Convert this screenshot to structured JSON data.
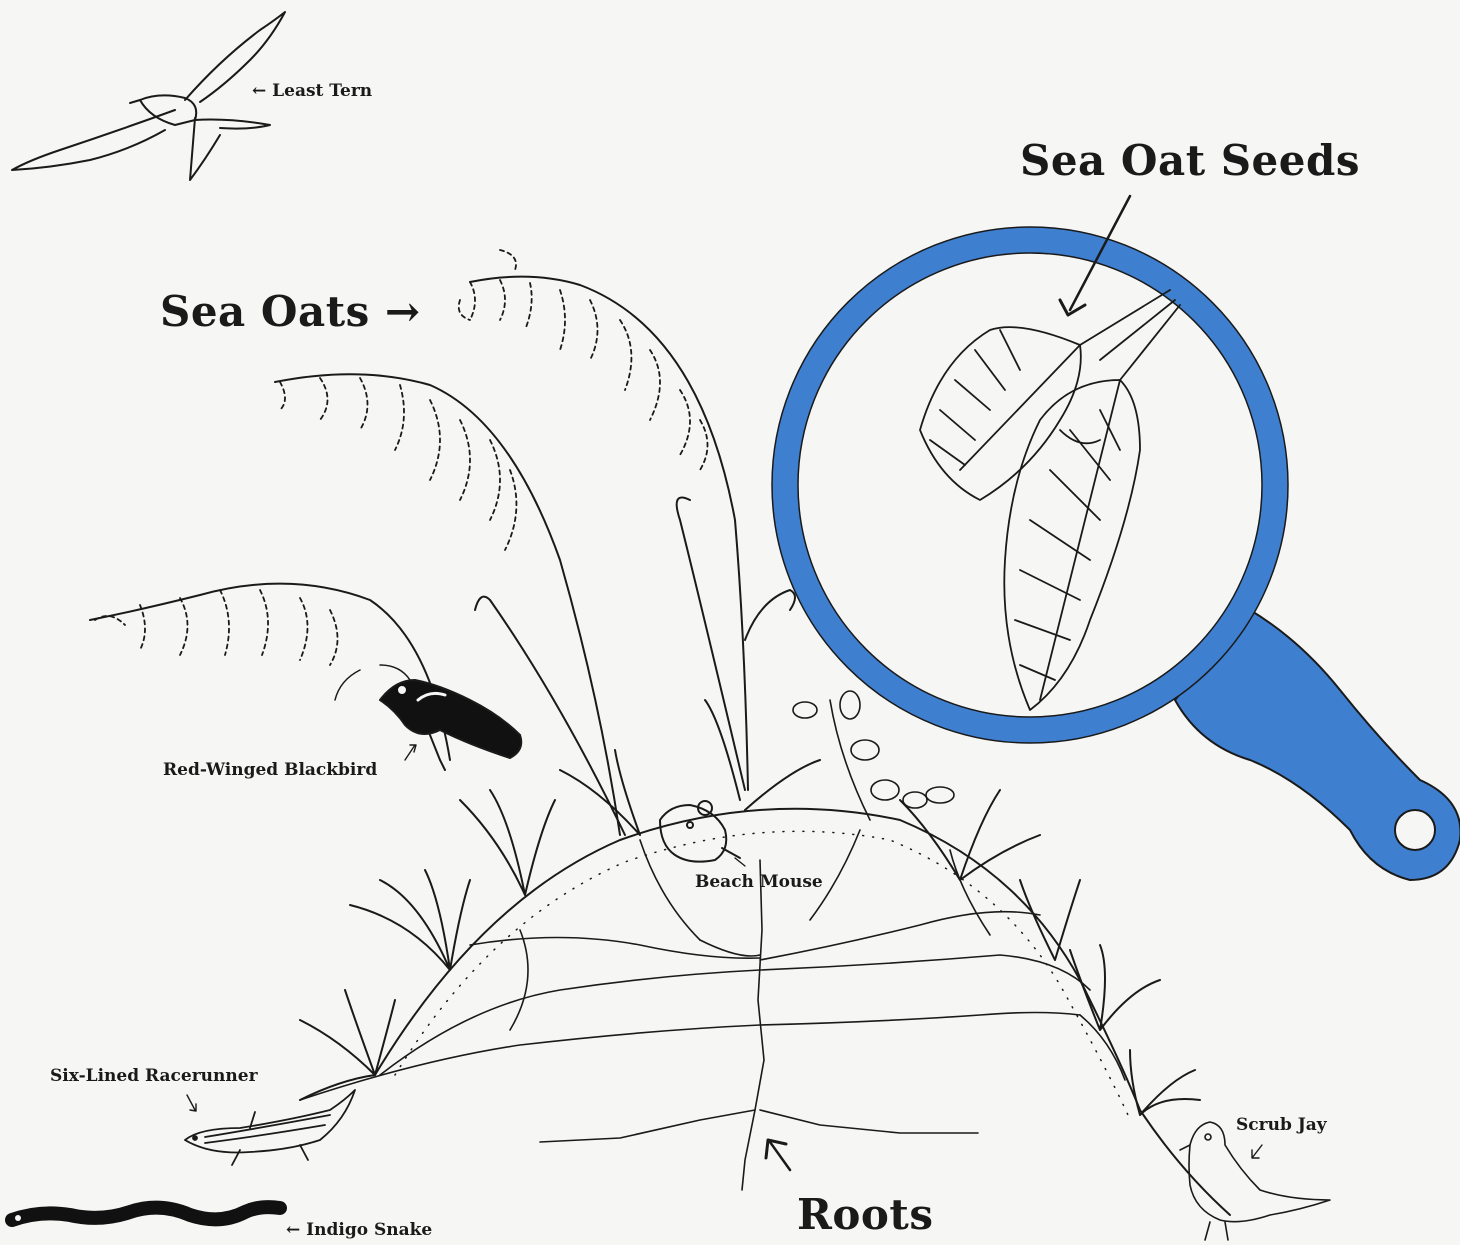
{
  "labels": {
    "least_tern": "Least Tern",
    "sea_oat_seeds": "Sea Oat Seeds",
    "sea_oats": "Sea Oats",
    "red_winged_blackbird": "Red-Winged Blackbird",
    "beach_mouse": "Beach Mouse",
    "six_lined_racerunner": "Six-Lined Racerunner",
    "scrub_jay": "Scrub Jay",
    "indigo_snake": "Indigo Snake",
    "roots": "Roots"
  },
  "arrows": {
    "least_tern": "←",
    "sea_oats": "→",
    "indigo_snake": "←"
  },
  "colors": {
    "magnifier_blue": "#3f7fcf",
    "ink": "#1a1a1a",
    "paper": "#f6f6f4"
  }
}
